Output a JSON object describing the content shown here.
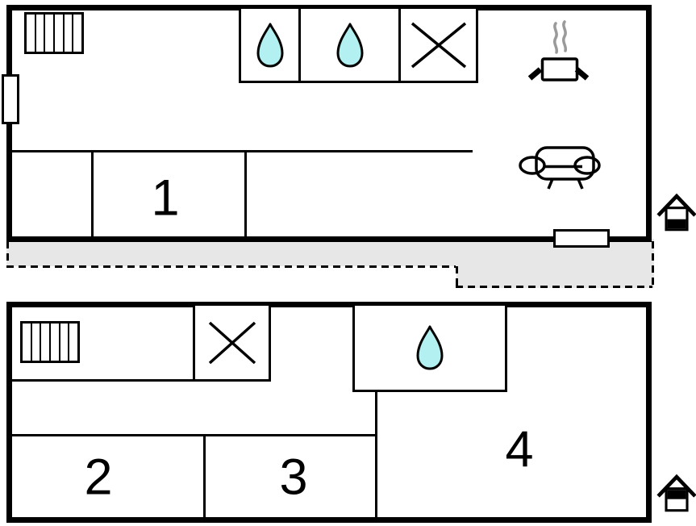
{
  "colors": {
    "wall": "#000000",
    "background": "#ffffff",
    "water_drop_fill": "#b3f0f1",
    "terrace_fill": "#e7e7e7",
    "steam_gray": "#9a9a9a"
  },
  "ground_floor": {
    "name": "ground-floor-plan",
    "rooms": [
      {
        "label": "1"
      }
    ],
    "icons": [
      "radiator-icon",
      "window-icon",
      "water-drop-icon",
      "water-drop-icon",
      "crossed-box-icon",
      "cooking-pot-icon",
      "sofa-icon",
      "door-opening-icon",
      "house-level-ground-icon"
    ]
  },
  "upper_floor": {
    "name": "upper-floor-plan",
    "rooms": [
      {
        "label": "2"
      },
      {
        "label": "3"
      },
      {
        "label": "4"
      }
    ],
    "icons": [
      "radiator-icon",
      "crossed-box-icon",
      "water-drop-icon",
      "house-level-upper-icon"
    ]
  },
  "terrace": {
    "name": "terrace-dashed-area"
  }
}
